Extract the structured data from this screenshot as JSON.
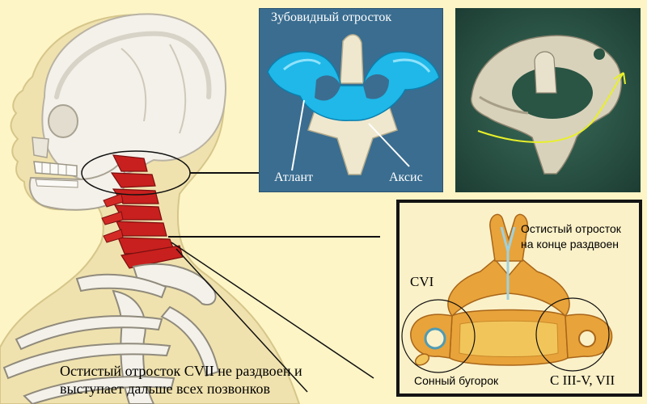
{
  "labels": {
    "odontoid_process": "Зубовидный отросток",
    "atlas": "Атлант",
    "axis": "Аксис",
    "spinous_bifid_line1": "Остистый отросток",
    "spinous_bifid_line2": "на конце  раздвоен",
    "cvi": "CVI",
    "carotid_tubercle": "Сонный бугорок",
    "c_range": "C III-V, VII",
    "cvii_note_line1": "Остистый отросток CVII не раздвоен и",
    "cvii_note_line2": "выступает дальше всех позвонков"
  },
  "colors": {
    "background": "#fdf5c6",
    "blue_panel": "#3a6d90",
    "atlas_cyan": "#1fb8e8",
    "bone": "#efe8cf",
    "vertebra_red": "#c8201e",
    "photo_bg": "#2c5a4a",
    "yellow_arrow": "#e8f02a",
    "vertebra_orange": "#e8a33a",
    "box_border": "#141414"
  },
  "icons": {
    "skeleton": "skull-and-cervical-spine-illustration",
    "atlas_axis_model": "3d-atlas-axis-model",
    "photo": "vertebra-photo",
    "vertebra_drawing": "cervical-vertebra-drawing",
    "arrow": "rotation-arrow"
  }
}
